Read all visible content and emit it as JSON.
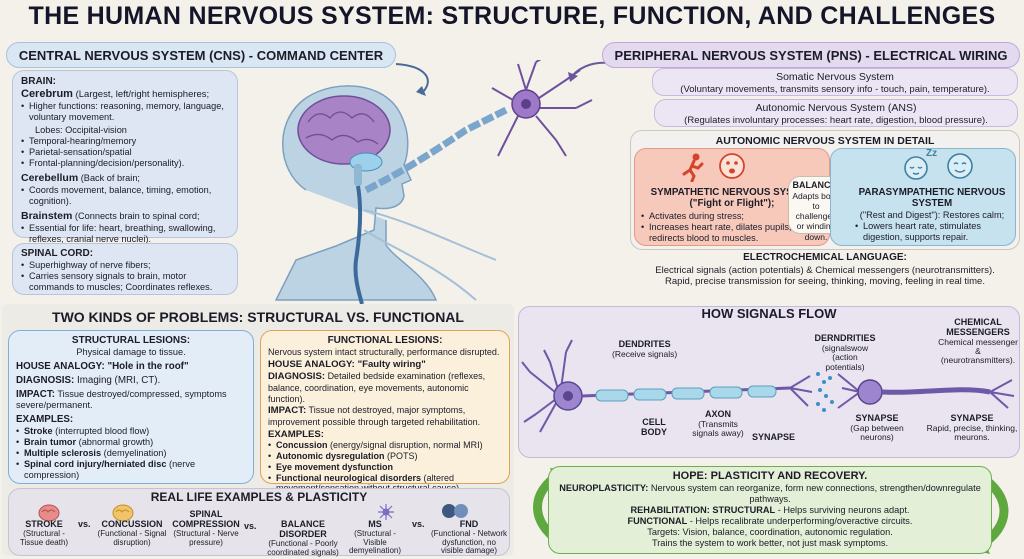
{
  "title": "THE HUMAN NERVOUS SYSTEM: STRUCTURE, FUNCTION, AND CHALLENGES",
  "cns": {
    "banner": "CENTRAL NERVOUS SYSTEM (CNS) - COMMAND CENTER",
    "brain_label": "BRAIN:",
    "cerebrum_head": "Cerebrum",
    "cerebrum_desc": "(Largest, left/right hemispheres;",
    "cerebrum_items": [
      "Higher functions: reasoning, memory, language, voluntary movement."
    ],
    "lobes": [
      "Lobes: Occipital-vision",
      "Temporal-hearing/memory",
      "Parietal-sensation/spatial",
      "Frontal-planning/decision/personality)."
    ],
    "cerebellum_head": "Cerebellum",
    "cerebellum_desc": "(Back of brain;",
    "cerebellum_items": [
      "Coords movement, balance, timing, emotion, cognition)."
    ],
    "brainstem_head": "Brainstem",
    "brainstem_desc": "(Connects brain to spinal cord;",
    "brainstem_items": [
      "Essential for life: heart, breathing, swallowing, reflexes, cranial nerve nuclei)."
    ],
    "spinal_label": "SPINAL CORD:",
    "spinal_items": [
      "Superhighway of nerve fibers;",
      "Carries sensory signals to brain, motor commands to muscles; Coordinates reflexes."
    ]
  },
  "pns": {
    "banner": "PERIPHERAL NERVOUS SYSTEM (PNS) - ELECTRICAL WIRING",
    "somatic_title": "Somatic Nervous System",
    "somatic_desc": "(Voluntary movements, transmits sensory info - touch, pain, temperature).",
    "ans_title": "Autonomic Nervous System (ANS)",
    "ans_desc": "(Regulates involuntary processes: heart rate, digestion, blood pressure)."
  },
  "ans_detail": {
    "title": "AUTONOMIC NERVOUS SYSTEM IN DETAIL",
    "symp_title": "SYMPATHETIC NERVOUS SYSTEM (\"Fight or Flight\");",
    "symp_items": [
      "Activates during stress;",
      "Increases heart rate, dilates pupils, redirects blood to muscles."
    ],
    "balance_title": "BALANCE:",
    "balance_desc": "Adapts body to challenges or winding down.",
    "para_title": "PARASYMPATHETIC NERVOUS SYSTEM",
    "para_desc": "(\"Rest and Digest\"): Restores calm;",
    "para_items": [
      "Lowers heart rate, stimulates digestion, supports repair."
    ],
    "zz": "Zz"
  },
  "electro": {
    "title": "ELECTROCHEMICAL LANGUAGE:",
    "line1": "Electrical signals (action potentials) & Chemical messengers (neurotransmitters).",
    "line2": "Rapid, precise transmission for seeing, thinking, moving, feeling in real time."
  },
  "problems": {
    "banner": "TWO KINDS OF PROBLEMS: STRUCTURAL VS. FUNCTIONAL",
    "structural": {
      "title": "STRUCTURAL LESIONS:",
      "subtitle": "Physical damage to tissue.",
      "analogy_label": "HOUSE ANALOGY:",
      "analogy": "\"Hole in the roof\"",
      "diag_label": "DIAGNOSIS:",
      "diag": "Imaging (MRI, CT).",
      "impact_label": "IMPACT:",
      "impact": "Tissue destroyed/compressed, symptoms severe/permanent.",
      "examples_label": "EXAMPLES:",
      "examples": [
        {
          "head": "Stroke",
          "rest": "(interrupted blood flow)"
        },
        {
          "head": "Brain tumor",
          "rest": "(abnormal growth)"
        },
        {
          "head": "Multiple sclerosis",
          "rest": "(demyelination)"
        },
        {
          "head": "Spinal cord injury/herniated disc",
          "rest": "(nerve compression)"
        }
      ]
    },
    "functional": {
      "title": "FUNCTIONAL LESIONS:",
      "subtitle": "Nervous system intact structurally, performance disrupted.",
      "analogy_label": "HOUSE ANALOGY:",
      "analogy": "\"Faulty wiring\"",
      "diag_label": "DIAGNOSIS:",
      "diag": "Detailed bedside examination (reflexes, balance, coordination, eye movements, autonomic function).",
      "impact_label": "IMPACT:",
      "impact": "Tissue not destroyed, major symptoms, improvement possible through targeted rehabilitation.",
      "examples_label": "EXAMPLES:",
      "examples": [
        {
          "head": "Concussion",
          "rest": "(energy/signal disruption, normal MRI)"
        },
        {
          "head": "Autonomic dysregulation",
          "rest": "(POTS)"
        },
        {
          "head": "Eye movement dysfunction",
          "rest": ""
        },
        {
          "head": "Functional neurological disorders",
          "rest": "(altered movement/sensation without structural cause)."
        }
      ]
    }
  },
  "real_life": {
    "title": "REAL LIFE EXAMPLES & PLASTICITY",
    "vs": "vs.",
    "pairs": [
      {
        "a": "STROKE",
        "a_sub": "(Structural - Tissue death)",
        "b": "CONCUSSION",
        "b_sub": "(Functional - Signal disruption)"
      },
      {
        "a": "SPINAL COMPRESSION",
        "a_sub": "(Structural - Nerve pressure)",
        "b": "BALANCE DISORDER",
        "b_sub": "(Functional - Poorly coordinated signals)"
      },
      {
        "a": "MS",
        "a_sub": "(Structural - Visible demyelination)",
        "b": "FND",
        "b_sub": "(Functional - Network dysfunction, no visible damage)"
      }
    ]
  },
  "signals": {
    "banner": "HOW SIGNALS FLOW",
    "dendrites": "DENDRITES",
    "dendrites_sub": "(Receive signals)",
    "cell_body": "CELL BODY",
    "axon": "AXON",
    "axon_sub": "(Transmits signals away)",
    "synapse1": "SYNAPSE",
    "dendrites2": "DERNDRITIES",
    "dendrites2_sub": "(signalswow (action potentials)",
    "chemical": "CHEMICAL MESSENGERS",
    "chemical_sub": "Chemical messenger & (neurotransmitters).",
    "synapse2": "SYNAPSE",
    "synapse2_sub": "(Gap between neurons)",
    "synapse3": "SYNAPSE",
    "synapse3_sub": "Rapid, precise, thinking, meurons."
  },
  "hope": {
    "title": "HOPE: PLASTICITY AND RECOVERY.",
    "neuro_label": "NEUROPLASTICITY:",
    "neuro": "Nervous system can reorganize, form new connections, strengthen/downregulate pathways.",
    "rehab_label": "REHABILITATION: STRUCTURAL",
    "rehab_structural": "- Helps surviving neurons adapt.",
    "rehab_functional_label": "FUNCTIONAL",
    "rehab_functional": "- Helps recalibrate underperforming/overactive circuits.",
    "targets": "Targets: Vision, balance, coordination, autonomic regulation.",
    "trains": "Trains the system to work better, not just mask symptoms."
  },
  "colors": {
    "blue_banner": "#d9e6f3",
    "purple_banner": "#e4daf0",
    "symp_bg": "#f6c9bb",
    "para_bg": "#c6e2ee",
    "hope_bg": "#e3efd6",
    "hope_border": "#6ab04c",
    "structural_border": "#7fb0d8",
    "functional_border": "#e0a35a"
  }
}
